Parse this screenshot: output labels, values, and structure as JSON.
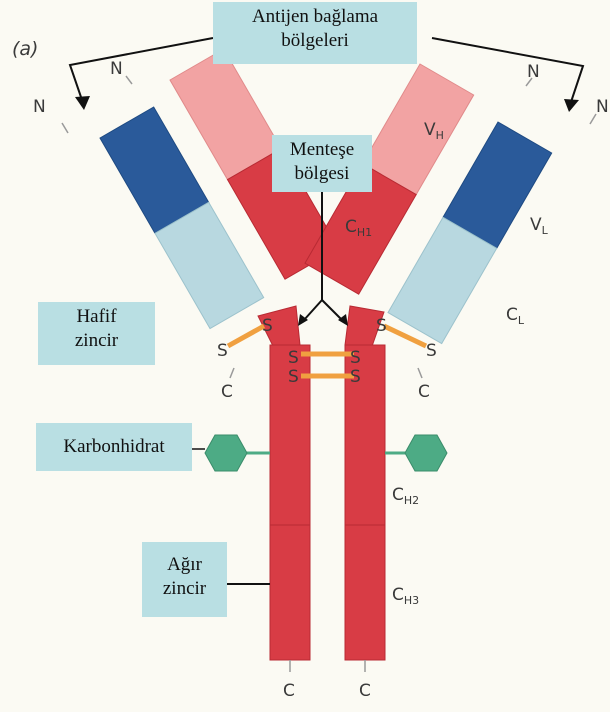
{
  "panel_label": "(a)",
  "callouts": {
    "antigen_line1": "Antijen bağlama",
    "antigen_line2": "bölgeleri",
    "hinge_line1": "Menteşe",
    "hinge_line2": "bölgesi",
    "light_line1": "Hafif",
    "light_line2": "zincir",
    "carb": "Karbonhidrat",
    "heavy_line1": "Ağır",
    "heavy_line2": "zincir"
  },
  "domain_labels": {
    "vh": "V",
    "vh_sub": "H",
    "vl": "V",
    "vl_sub": "L",
    "ch1": "C",
    "ch1_sub": "H1",
    "cl": "C",
    "cl_sub": "L",
    "ch2": "C",
    "ch2_sub": "H2",
    "ch3": "C",
    "ch3_sub": "H3"
  },
  "terminals": {
    "n": "N",
    "c": "C",
    "s": "S"
  },
  "colors": {
    "heavy_variable": "#f2a3a3",
    "heavy_constant": "#d83c45",
    "light_variable": "#2a5a9a",
    "light_constant": "#b8d8e0",
    "disulfide": "#f0a040",
    "carbohydrate": "#4dab85",
    "callout_bg": "#b9dfe3"
  }
}
